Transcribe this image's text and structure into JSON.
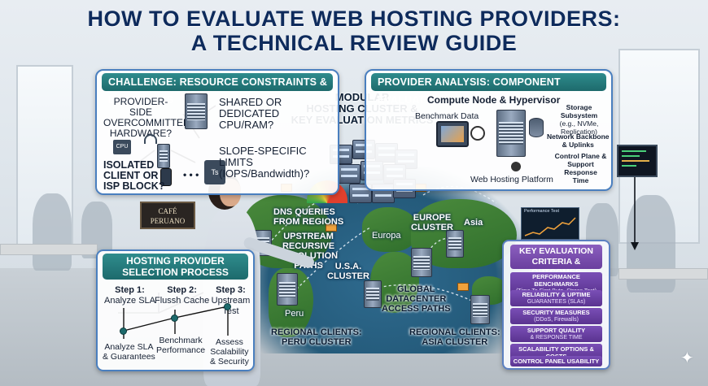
{
  "title": {
    "line1": "HOW TO EVALUATE WEB HOSTING PROVIDERS:",
    "line2": "A TECHNICAL REVIEW GUIDE"
  },
  "challenge": {
    "heading": "CHALLENGE: RESOURCE CONSTRAINTS & LIMITATIONS",
    "overcommitted": [
      "PROVIDER-SIDE",
      "OVERCOMMITTED",
      "HARDWARE?"
    ],
    "shared": [
      "SHARED OR",
      "DEDICATED",
      "CPU/RAM?"
    ],
    "isolated": [
      "ISOLATED",
      "CLIENT OR",
      "ISP BLOCK?"
    ],
    "slope": [
      "SLOPE-SPECIFIC LIMITS",
      "(IOPS/Bandwidth)?"
    ],
    "ellipsis": "• • •",
    "cpu_chip": "CPU",
    "ts_chip": "Ts"
  },
  "provider": {
    "heading": "PROVIDER ANALYSIS: COMPONENT EVALUATION",
    "compute": "Compute Node & Hypervisor",
    "benchmark": "Benchmark Data",
    "storage": [
      "Storage Subsystem",
      "(e.g., NVMe,",
      "Replication)"
    ],
    "network": [
      "Network Backbone",
      "& Uplinks"
    ],
    "control": [
      "Control Plane &",
      "Support Response",
      "Time"
    ],
    "platform": "Web Hosting Platform"
  },
  "cluster": {
    "heading": [
      "MODULAR",
      "HOSTING CLUSTER &",
      "KEY EVALUATION METRICS"
    ]
  },
  "map": {
    "dns": [
      "DNS QUERIES",
      "FROM REGIONS"
    ],
    "upstream": [
      "UPSTREAM",
      "RECURSIVE",
      "RESOLUTION",
      "PATHS"
    ],
    "europe_cluster": [
      "EUROPE",
      "CLUSTER"
    ],
    "asia": "Asia",
    "europa": "Europa",
    "usa": [
      "U.S.A.",
      "CLUSTER"
    ],
    "peru": "Peru",
    "global": [
      "GLOBAL",
      "DATACENTER",
      "ACCESS PATHS"
    ],
    "regional_peru": [
      "REGIONAL CLIENTS:",
      "PERU CLUSTER"
    ],
    "regional_asia": [
      "REGIONAL CLIENTS:",
      "ASIA CLUSTER"
    ]
  },
  "cafe_sign": [
    "CAFÉ",
    "PERUANO"
  ],
  "perf_chart_label": "Performance Test",
  "selection": {
    "heading": [
      "HOSTING PROVIDER",
      "SELECTION PROCESS"
    ],
    "step1": [
      "Step 1:",
      "Analyze SLA"
    ],
    "step2": [
      "Step 2:",
      "Flussh Cache"
    ],
    "step3": [
      "Step 3:",
      "Upstream Test"
    ],
    "bottom1": [
      "Analyze SLA",
      "& Guarantees"
    ],
    "bottom2": [
      "Benchmark",
      "Performance"
    ],
    "bottom3": [
      "Assess",
      "Scalability",
      "& Security"
    ]
  },
  "criteria": {
    "heading": [
      "KEY EVALUATION",
      "CRITERIA & OUTCOMES"
    ],
    "rows": [
      {
        "main": "PERFORMANCE BENCHMARKS",
        "sub": "(Time To First Byte, Stress Test)"
      },
      {
        "main": "RELIABILITY & UPTIME",
        "sub": "GUARANTEES (SLAs)"
      },
      {
        "main": "SECURITY MEASURES",
        "sub": "(DDoS, Firewalls)"
      },
      {
        "main": "SUPPORT QUALITY",
        "sub": "& RESPONSE TIME"
      },
      {
        "main": "SCALABILITY OPTIONS & COSTS",
        "sub": ""
      },
      {
        "main": "CONTROL PANEL USABILITY",
        "sub": ""
      }
    ]
  },
  "colors": {
    "title": "#0e2b5c",
    "panel_header": "#1d6a6c",
    "criteria_header": "#6a3f9e",
    "accent": "#f0a23c"
  }
}
